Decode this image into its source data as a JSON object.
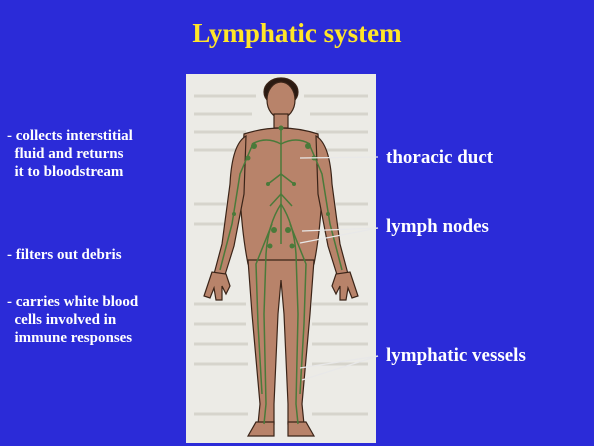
{
  "slide": {
    "title": "Lymphatic system",
    "bullets": [
      "- collects interstitial\n  fluid and returns\n  it to bloodstream",
      "- filters out debris",
      "- carries white blood\n  cells involved in\n  immune responses"
    ],
    "labels": {
      "thoracic_duct": "thoracic duct",
      "lymph_nodes": "lymph nodes",
      "lymphatic_vessels": "lymphatic vessels"
    },
    "colors": {
      "background": "#2b2bd8",
      "title": "#ffe629",
      "text": "#ffffff",
      "skin": "#b8836a",
      "lymph": "#4a7a3a"
    }
  }
}
